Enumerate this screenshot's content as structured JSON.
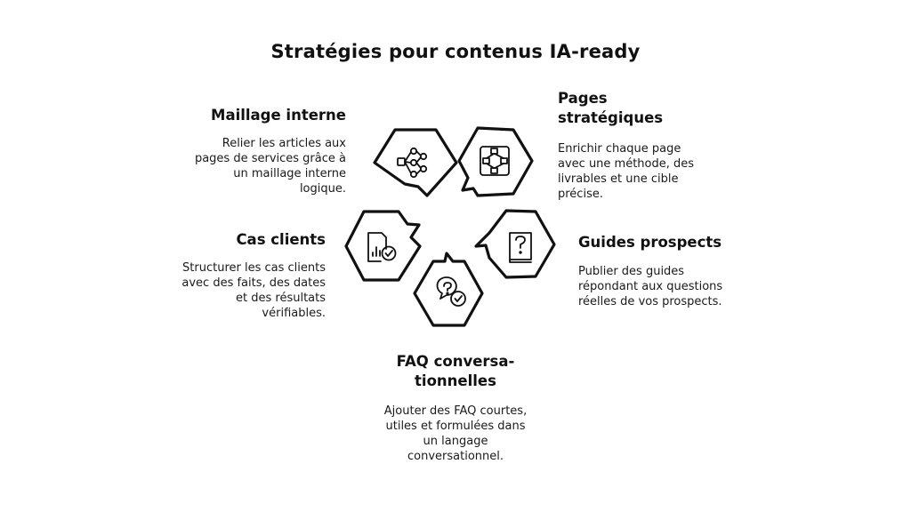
{
  "title": "Stratégies pour contenus IA-ready",
  "items": [
    {
      "key": "maillage",
      "heading_lines": [
        "Maillage interne"
      ],
      "desc_lines": [
        "Relier les articles aux",
        "pages de services grâce à",
        "un maillage interne",
        "logique."
      ],
      "icon": "network-icon"
    },
    {
      "key": "pages",
      "heading_lines": [
        "Pages",
        "stratégiques"
      ],
      "desc_lines": [
        "Enrichir chaque page",
        "avec une méthode, des",
        "livrables et une cible",
        "précise."
      ],
      "icon": "flowchart-icon"
    },
    {
      "key": "cas",
      "heading_lines": [
        "Cas clients"
      ],
      "desc_lines": [
        "Structurer les cas clients",
        "avec des faits, des dates",
        "et des résultats",
        "vérifiables."
      ],
      "icon": "report-check-icon"
    },
    {
      "key": "guides",
      "heading_lines": [
        "Guides prospects"
      ],
      "desc_lines": [
        "Publier des guides",
        "répondant aux questions",
        "réelles de vos prospects."
      ],
      "icon": "question-book-icon"
    },
    {
      "key": "faq",
      "heading_lines": [
        "FAQ conversa-",
        "tionnelles"
      ],
      "desc_lines": [
        "Ajouter des FAQ courtes,",
        "utiles et formulées dans",
        "un langage",
        "conversationnel."
      ],
      "icon": "chat-bubbles-icon"
    }
  ]
}
